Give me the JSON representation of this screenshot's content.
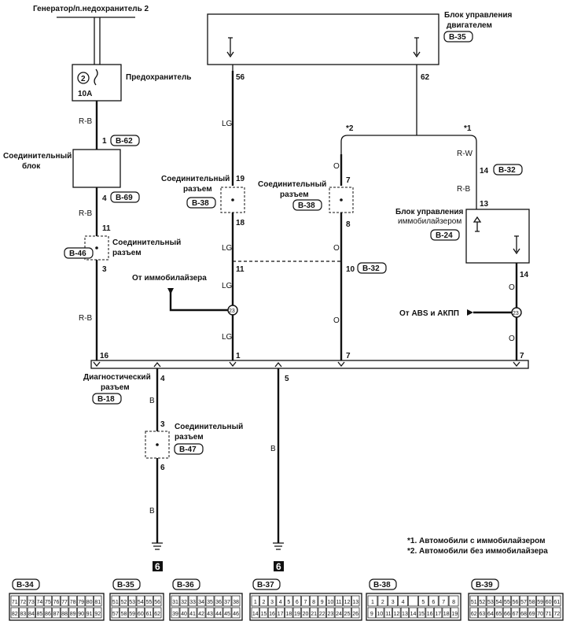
{
  "labels": {
    "generator": "Генератор/п.недохранитель 2",
    "fuse": "Предохранитель",
    "fuse_num": "2",
    "fuse_rating": "10A",
    "ecu_line1": "Блок управления",
    "ecu_line2": "двигателем",
    "ecu_code": "B-35",
    "junction_block_1": "Соединительный",
    "junction_block_2": "блок",
    "connector_1": "Соединительный",
    "connector_2": "разъем",
    "immobilizer_ecu_1": "Блок управления",
    "immobilizer_ecu_2": "иммобилайзером",
    "from_immobilizer": "От иммобилайзера",
    "from_abs": "От ABS и АКПП",
    "diag_1": "Диагностический",
    "diag_2": "разъем",
    "note1": "*1. Автомобили с иммобилайзером",
    "note2": "*2. Автомобили без иммобилайзера",
    "mark1": "*1",
    "mark2": "*2",
    "ground": "6"
  },
  "connector_codes": {
    "b62": "B-62",
    "b69": "B-69",
    "b46": "B-46",
    "b38a": "B-38",
    "b38b": "B-38",
    "b32a": "B-32",
    "b32b": "B-32",
    "b24": "B-24",
    "b18": "B-18",
    "b47": "B-47"
  },
  "wire_colors": {
    "rb1": "R-B",
    "rb2": "R-B",
    "rb3": "R-B",
    "rb4": "R-B",
    "lg1": "LG",
    "lg2": "LG",
    "lg3": "LG",
    "lg4": "LG",
    "o1": "O",
    "o2": "O",
    "o3": "O",
    "o4": "O",
    "o5": "O",
    "rw": "R-W",
    "b1": "B",
    "b2": "B",
    "b3": "B"
  },
  "pins": {
    "p56": "56",
    "p62": "62",
    "p1a": "1",
    "p4a": "4",
    "p11a": "11",
    "p3a": "3",
    "p19": "19",
    "p18": "18",
    "p11b": "11",
    "p7a": "7",
    "p8": "8",
    "p10": "10",
    "p14a": "14",
    "p13": "13",
    "p14b": "14",
    "p16": "16",
    "p1b": "1",
    "p7b": "7",
    "p7c": "7",
    "p4b": "4",
    "p5": "5",
    "p3b": "3",
    "p6": "6",
    "n23a": "23",
    "n23b": "23"
  },
  "connector_views": [
    {
      "code": "B-34",
      "rows": [
        [
          "71",
          "72",
          "73",
          "74",
          "75",
          "76",
          "77",
          "78",
          "79",
          "80",
          "81"
        ],
        [
          "82",
          "83",
          "84",
          "85",
          "86",
          "87",
          "88",
          "89",
          "90",
          "91",
          "92"
        ]
      ]
    },
    {
      "code": "B-35",
      "rows": [
        [
          "51",
          "52",
          "53",
          "54",
          "55",
          "56"
        ],
        [
          "57",
          "58",
          "59",
          "60",
          "61",
          "62"
        ]
      ]
    },
    {
      "code": "B-36",
      "rows": [
        [
          "31",
          "32",
          "33",
          "34",
          "35",
          "36",
          "37",
          "38"
        ],
        [
          "39",
          "40",
          "41",
          "42",
          "43",
          "44",
          "45",
          "46"
        ]
      ]
    },
    {
      "code": "B-37",
      "rows": [
        [
          "1",
          "2",
          "3",
          "4",
          "5",
          "6",
          "7",
          "8",
          "9",
          "10",
          "11",
          "12",
          "13"
        ],
        [
          "14",
          "15",
          "16",
          "17",
          "18",
          "19",
          "20",
          "21",
          "22",
          "23",
          "24",
          "25",
          "26"
        ]
      ]
    },
    {
      "code": "B-38",
      "rows": [
        [
          "1",
          "2",
          "3",
          "4",
          "",
          "5",
          "6",
          "7",
          "8"
        ],
        [
          "9",
          "10",
          "11",
          "12",
          "13",
          "14",
          "15",
          "16",
          "17",
          "18",
          "19"
        ]
      ]
    },
    {
      "code": "B-39",
      "rows": [
        [
          "51",
          "52",
          "53",
          "54",
          "55",
          "56",
          "57",
          "58",
          "59",
          "60",
          "61"
        ],
        [
          "62",
          "63",
          "64",
          "65",
          "66",
          "67",
          "68",
          "69",
          "70",
          "71",
          "72"
        ]
      ]
    }
  ]
}
